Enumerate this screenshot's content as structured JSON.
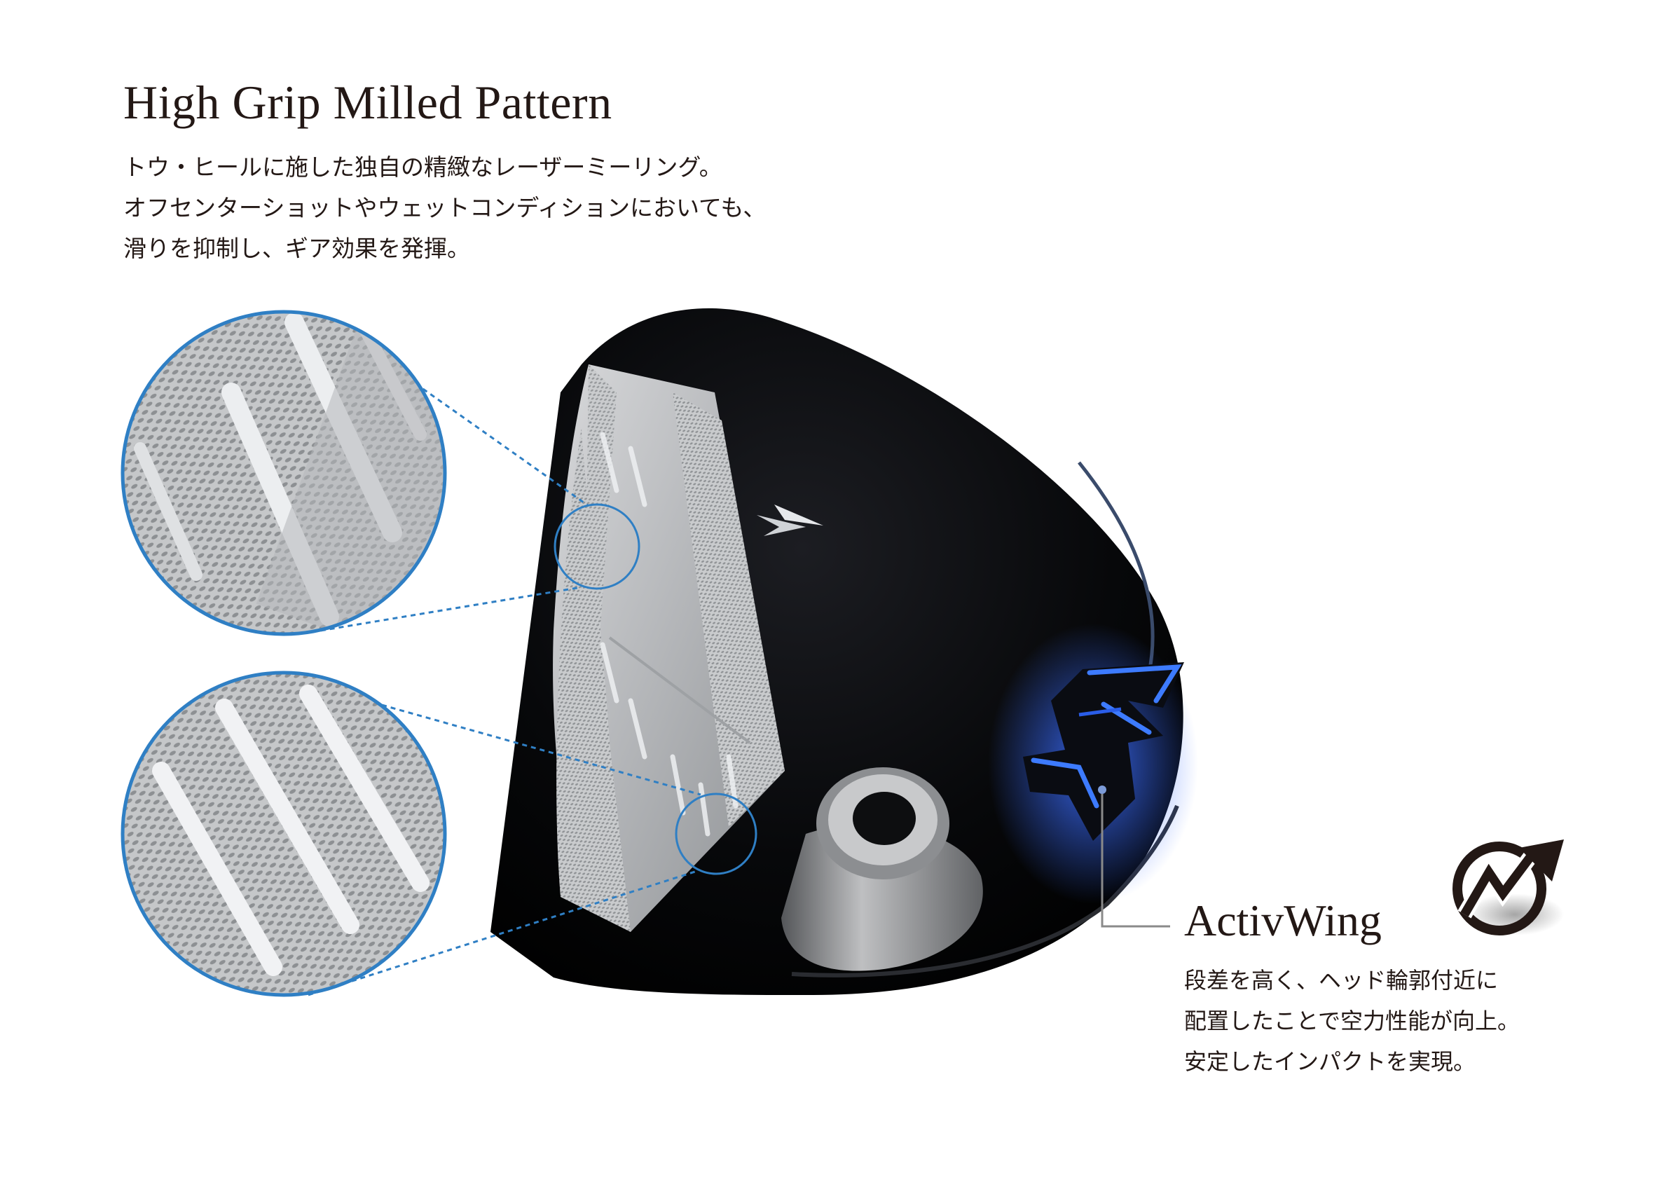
{
  "pattern": {
    "title": "High Grip Milled Pattern",
    "lines": [
      "トウ・ヒールに施した独自の精緻なレーザーミーリング。",
      "オフセンターショットやウェットコンディションにおいても、",
      "滑りを抑制し、ギア効果を発揮。"
    ]
  },
  "wing": {
    "title": "ActivWing",
    "lines": [
      "段差を高く、ヘッド輪郭付近に",
      "配置したことで空力性能が向上。",
      "安定したインパクトを実現。"
    ]
  },
  "colors": {
    "text": "#231815",
    "callout_blue": "#2f7fc4",
    "wing_blue": "#1e5cff",
    "crown": "#050608",
    "face": "#b9bbbd"
  },
  "icons": {
    "activwing_emblem": "zigzag-arrow-icon",
    "logo_mark": "chevron-logo-icon"
  }
}
